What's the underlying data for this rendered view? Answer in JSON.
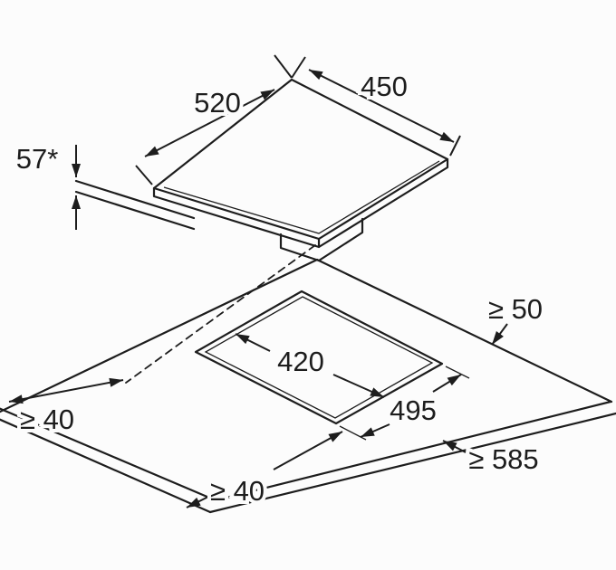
{
  "colors": {
    "line": "#1d1d1d",
    "background": "#fcfcfc"
  },
  "diagram": {
    "type": "installation-dimension-drawing",
    "subject": "built-in hob above worktop cutout",
    "labels": {
      "d520": "520",
      "d450": "450",
      "d57": "57*",
      "ge50": "≥ 50",
      "d420": "420",
      "d495": "495",
      "ge40_left": "≥ 40",
      "ge585": "≥ 585",
      "ge40_bottom": "≥ 40"
    }
  }
}
